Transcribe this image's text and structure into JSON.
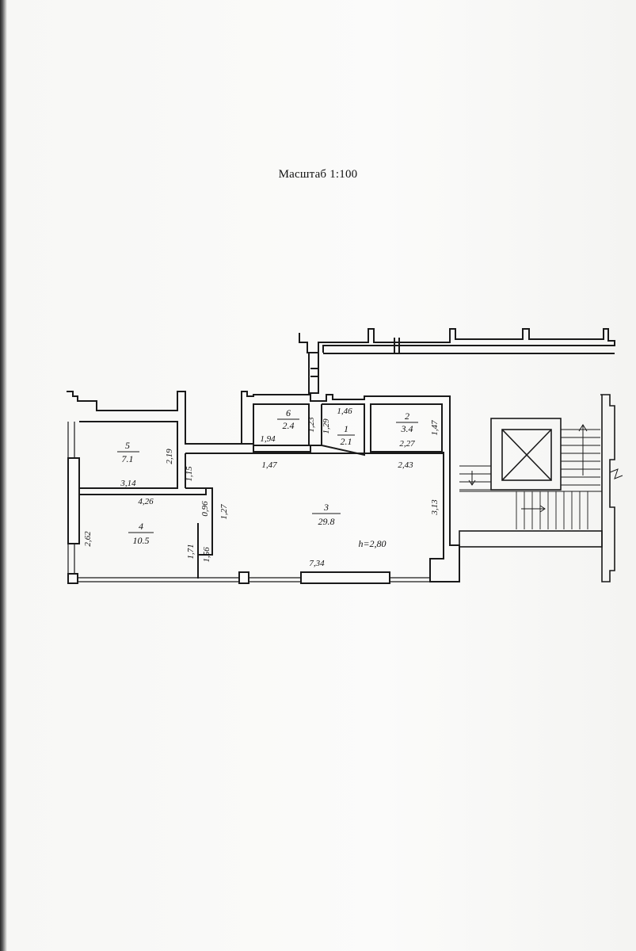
{
  "scale_label": "Масштаб 1:100",
  "ceiling_height": "h=2,80",
  "rooms": [
    {
      "number": "1",
      "area": "2.1"
    },
    {
      "number": "2",
      "area": "3.4"
    },
    {
      "number": "3",
      "area": "29.8"
    },
    {
      "number": "4",
      "area": "10.5"
    },
    {
      "number": "5",
      "area": "7.1"
    },
    {
      "number": "6",
      "area": "2.4"
    }
  ],
  "dimensions": {
    "d_1_46": "1,46",
    "d_1_23": "1,23",
    "d_1_29": "1,29",
    "d_1_47_right": "1,47",
    "d_1_94": "1,94",
    "d_2_27": "2,27",
    "d_2_19": "2,19",
    "d_1_15": "1,15",
    "d_1_47_mid": "1,47",
    "d_2_43": "2,43",
    "d_3_14": "3,14",
    "d_4_26": "4,26",
    "d_0_96": "0,96",
    "d_1_27": "1,27",
    "d_3_13": "3,13",
    "d_2_62": "2,62",
    "d_1_71": "1,71",
    "d_1_56": "1,56",
    "d_7_34": "7,34"
  },
  "colors": {
    "ink": "#1a1a1a",
    "paper": "#fbfbfa"
  }
}
